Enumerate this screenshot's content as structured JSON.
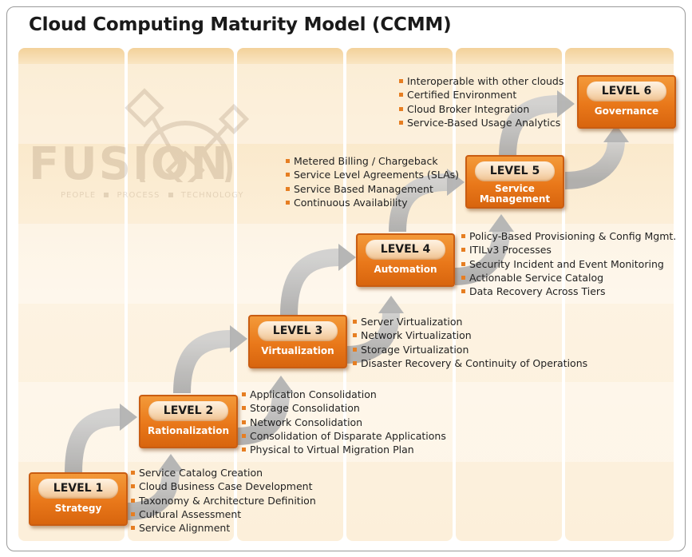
{
  "title": "Cloud Computing Maturity Model (CCMM)",
  "watermark": {
    "word": "FUSION",
    "tagline": [
      "PEOPLE",
      "PROCESS",
      "TECHNOLOGY"
    ]
  },
  "colors": {
    "accent": "#e9781a",
    "bullet": "#e67e22",
    "arrow": "#b9b9b9"
  },
  "levels": [
    {
      "level": "LEVEL 1",
      "name": "Strategy",
      "items": [
        "Service Catalog Creation",
        "Cloud Business Case Development",
        "Taxonomy & Architecture Definition",
        "Cultural Assessment",
        "Service Alignment"
      ]
    },
    {
      "level": "LEVEL 2",
      "name": "Rationalization",
      "items": [
        "Application Consolidation",
        "Storage Consolidation",
        "Network Consolidation",
        "Consolidation of Disparate Applications",
        "Physical to Virtual Migration Plan"
      ]
    },
    {
      "level": "LEVEL 3",
      "name": "Virtualization",
      "items": [
        "Server Virtualization",
        "Network Virtualization",
        "Storage Virtualization",
        "Disaster Recovery & Continuity of Operations"
      ]
    },
    {
      "level": "LEVEL 4",
      "name": "Automation",
      "items": [
        "Policy-Based Provisioning & Config Mgmt.",
        "ITILv3 Processes",
        "Security Incident and Event Monitoring",
        "Actionable Service Catalog",
        "Data Recovery Across Tiers"
      ]
    },
    {
      "level": "LEVEL 5",
      "name_line1": "Service",
      "name_line2": "Management",
      "items": [
        "Metered Billing / Chargeback",
        "Service Level Agreements (SLAs)",
        "Service Based Management",
        "Continuous Availability"
      ]
    },
    {
      "level": "LEVEL 6",
      "name": "Governance",
      "items": [
        "Interoperable with other clouds",
        "Certified Environment",
        "Cloud Broker Integration",
        "Service-Based Usage Analytics"
      ]
    }
  ]
}
